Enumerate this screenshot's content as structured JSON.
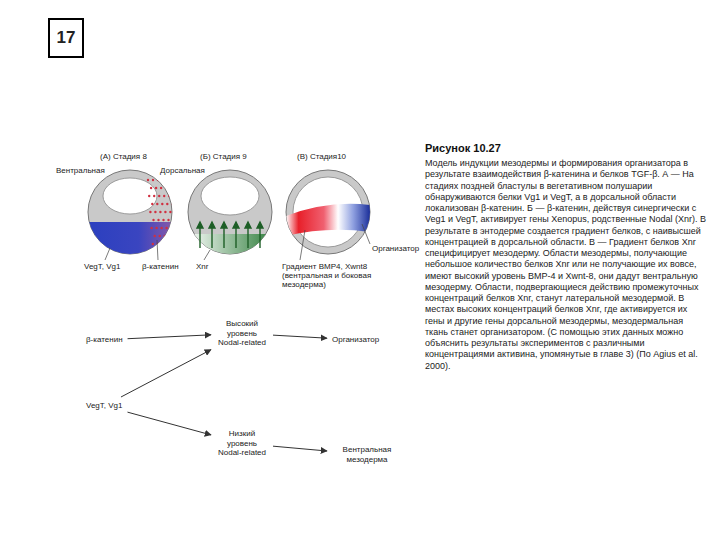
{
  "diagram": {
    "title": "Рисунок 10.27",
    "caption": "Модель индукции мезодермы и формирования организатора в результате взаимодействия β-катенина и белков TGF-β. А — На стадиях поздней бластулы в вегетативном полушарии обнаруживаются белки Vg1 и VegT, а в дорсальной области локализован β-катенин. Б — β-катенин, действуя синергически с Veg1 и VegT, активирует гены Xenopus, родственные Nodal (Xnr). В результате в энтодерме создается градиент белков, с наивысшей концентрацией в дорсальной области. В — Градиент белков Xnr специфицирует мезодерму. Области мезодермы, получающие небольшое количество белков Xnr или не получающие их вовсе, имеют высокий уровень BMP-4 и Xwnt-8, они дадут вентральную мезодерму. Области, подвергающиеся действию промежуточных концентраций белков Xnr, станут латеральной мезодермой. В местах высоких концентраций белков Xnr, где активируется их гены и другие гены дорсальной мезодермы, мезодермальная ткань станет организатором. (С помощью этих данных можно объяснить результаты экспериментов с различными концентрациями активина, упомянутые в главе 3) (По Agius et al. 2000).",
    "nodes": [
      {
        "text": [
          "17"
        ]
      },
      {
        "text": [
          "β-катенин"
        ]
      },
      {
        "text": [
          "Высокий уровень Nodal-related"
        ]
      },
      {
        "text": [
          "Организатор"
        ]
      },
      {
        "text": [
          "VegT, Vg1"
        ]
      },
      {
        "text": [
          "Низкий уровень Nodal-related"
        ]
      },
      {
        "text": [
          "Вентральная мезодерма"
        ]
      }
    ],
    "edges": [
      {
        "from": 1,
        "to": 2,
        "arrow": "to"
      },
      {
        "from": 2,
        "to": 3,
        "arrow": "to"
      },
      {
        "from": 4,
        "to": 2,
        "arrow": "to"
      },
      {
        "from": 4,
        "to": 5,
        "arrow": "to"
      },
      {
        "from": 5,
        "to": 6,
        "arrow": "to"
      }
    ],
    "labels": [
      "(А) Стадия 8",
      "(Б) Стадия 9",
      "(В) Стадия10",
      "Вентральная",
      "Дорсальная",
      "VegT, Vg1",
      "β-катенин",
      "Xnr",
      "Градиент BMP4, Xwnt8 (вентральная и боковая мезодерма)",
      "Организатор"
    ]
  }
}
